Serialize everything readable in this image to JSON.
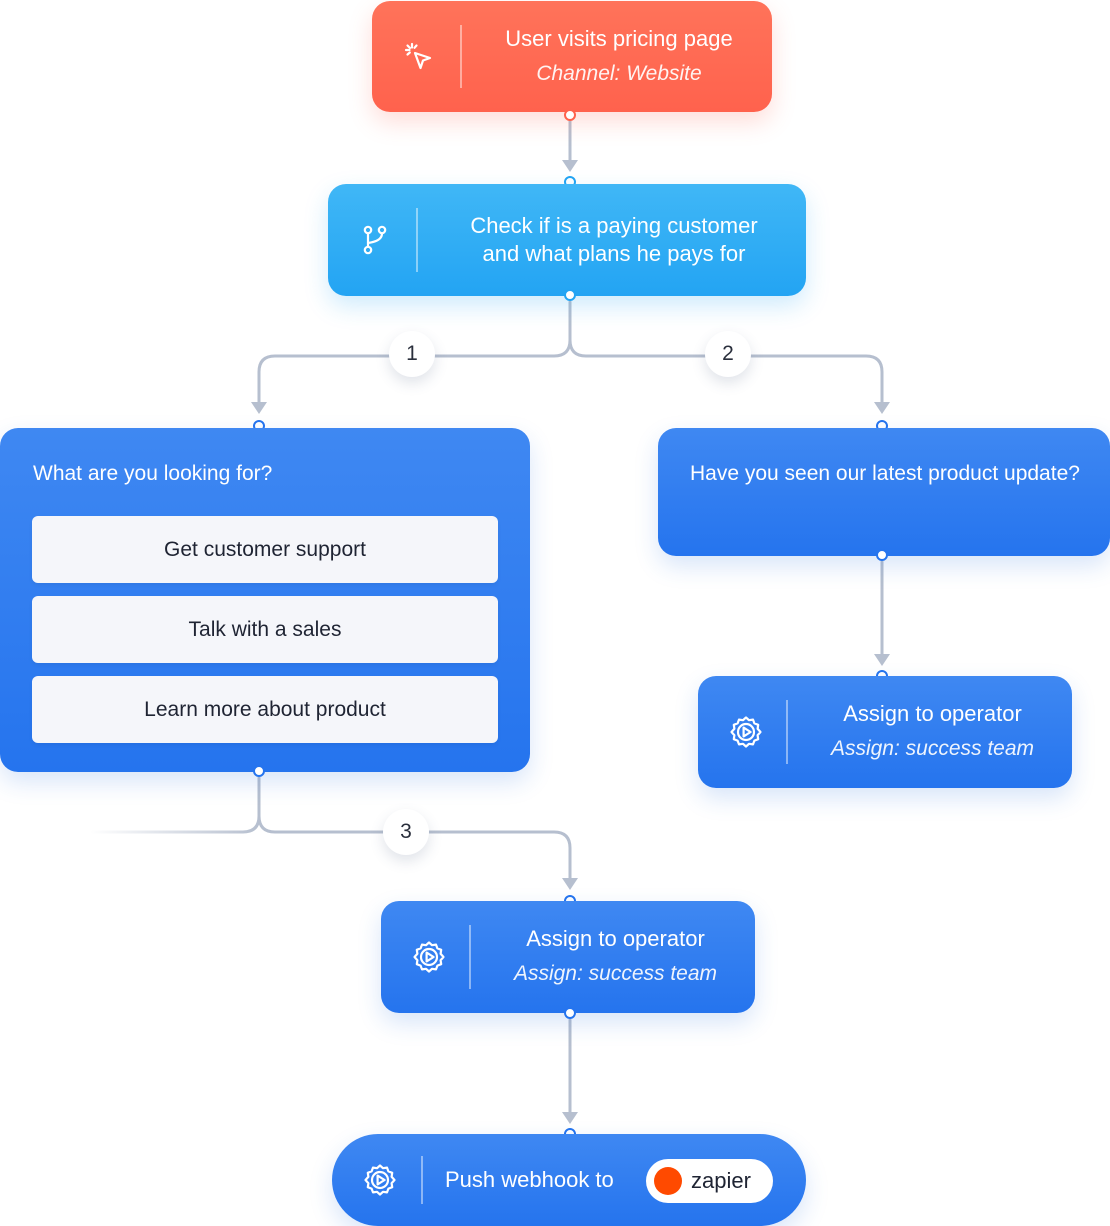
{
  "colors": {
    "trigger": "#ff624d",
    "condition": "#23a4f3",
    "action": "#2574ee",
    "connector": "#b6bfcf",
    "zapier": "#ff4a00"
  },
  "trigger": {
    "icon": "cursor-click-icon",
    "title": "User visits pricing page",
    "subtitle": "Channel: Website"
  },
  "condition": {
    "icon": "branch-icon",
    "line1": "Check if is a paying customer",
    "line2": "and what plans he pays for"
  },
  "branches": [
    "1",
    "2",
    "3"
  ],
  "question_left": {
    "text": "What are you looking for?",
    "options": [
      "Get customer support",
      "Talk with a sales",
      "Learn more about product"
    ]
  },
  "question_right": {
    "text": "Have you seen our latest product update?"
  },
  "assign_right": {
    "icon": "gear-play-icon",
    "title": "Assign to operator",
    "subtitle": "Assign: success team"
  },
  "assign_center": {
    "icon": "gear-play-icon",
    "title": "Assign to operator",
    "subtitle": "Assign: success team"
  },
  "webhook": {
    "icon": "gear-play-icon",
    "label": "Push webhook to",
    "service": "zapier"
  }
}
